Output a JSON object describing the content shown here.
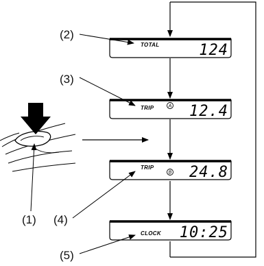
{
  "callouts": {
    "c1": "(1)",
    "c2": "(2)",
    "c3": "(3)",
    "c4": "(4)",
    "c5": "(5)"
  },
  "displays": [
    {
      "mode": "TOTAL",
      "indicator": "",
      "value": "124"
    },
    {
      "mode": "TRIP",
      "indicator": "A",
      "value": "12.4"
    },
    {
      "mode": "TRIP",
      "indicator": "B",
      "value": "24.8"
    },
    {
      "mode": "CLOCK",
      "indicator": "",
      "value": "10:25"
    }
  ]
}
